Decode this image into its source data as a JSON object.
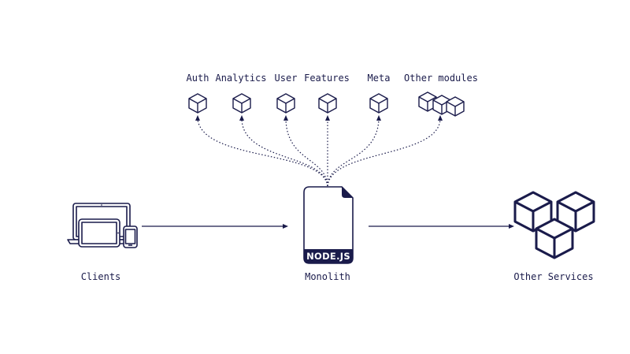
{
  "colors": {
    "ink": "#1a1b4b",
    "background": "#ffffff",
    "label_text": "#ffffff"
  },
  "modules": [
    {
      "label": "Auth",
      "icon": "cube-icon"
    },
    {
      "label": "Analytics",
      "icon": "cube-icon"
    },
    {
      "label": "User",
      "icon": "cube-icon"
    },
    {
      "label": "Features",
      "icon": "cube-icon"
    },
    {
      "label": "Meta",
      "icon": "cube-icon"
    },
    {
      "label": "Other modules",
      "icon": "cube-cluster-icon"
    }
  ],
  "nodes": {
    "clients": {
      "label": "Clients",
      "icon": "devices-icon"
    },
    "monolith": {
      "label": "Monolith",
      "icon": "file-icon",
      "badge": "NODE.JS"
    },
    "other_services": {
      "label": "Other Services",
      "icon": "cubes-icon"
    }
  },
  "edges": [
    {
      "from": "clients",
      "to": "monolith",
      "style": "solid-arrow"
    },
    {
      "from": "monolith",
      "to": "other_services",
      "style": "solid-arrow"
    },
    {
      "from": "monolith",
      "to": "modules",
      "style": "dotted-arrow"
    }
  ]
}
